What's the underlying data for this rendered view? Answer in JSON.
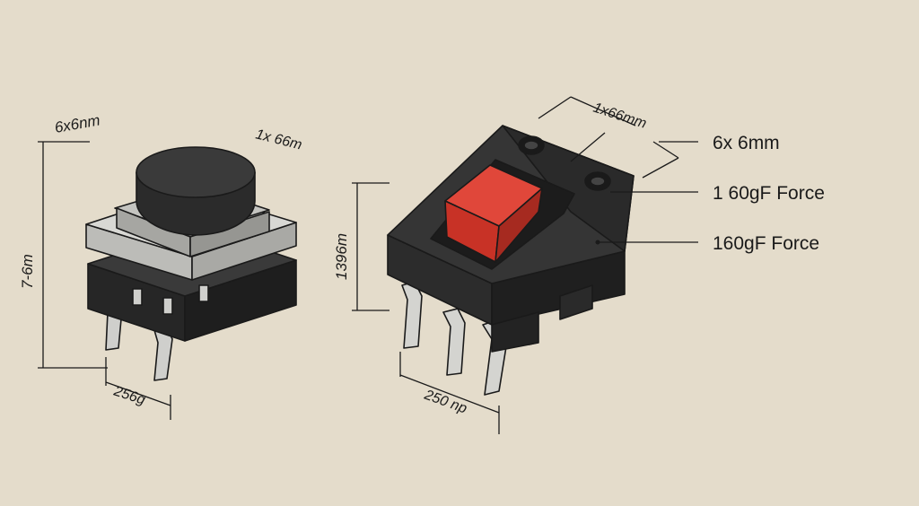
{
  "left_switch": {
    "label_top_left": "6x6nm",
    "label_top_right": "1x 66m",
    "label_height": "7-6m",
    "label_pitch": "256g"
  },
  "right_switch": {
    "label_top": "1x66mm",
    "label_height": "1396m",
    "label_pitch": "250 np"
  },
  "callouts": [
    {
      "text": "6x 6mm"
    },
    {
      "text": "1 60gF Force"
    },
    {
      "text": "160gF Force"
    }
  ],
  "colors": {
    "background": "#e4dccb",
    "actuator_red": "#d23a2e",
    "housing_black": "#2a2a2a",
    "frame_gray": "#c9c9c6",
    "pin_metal": "#cfcfcc"
  }
}
